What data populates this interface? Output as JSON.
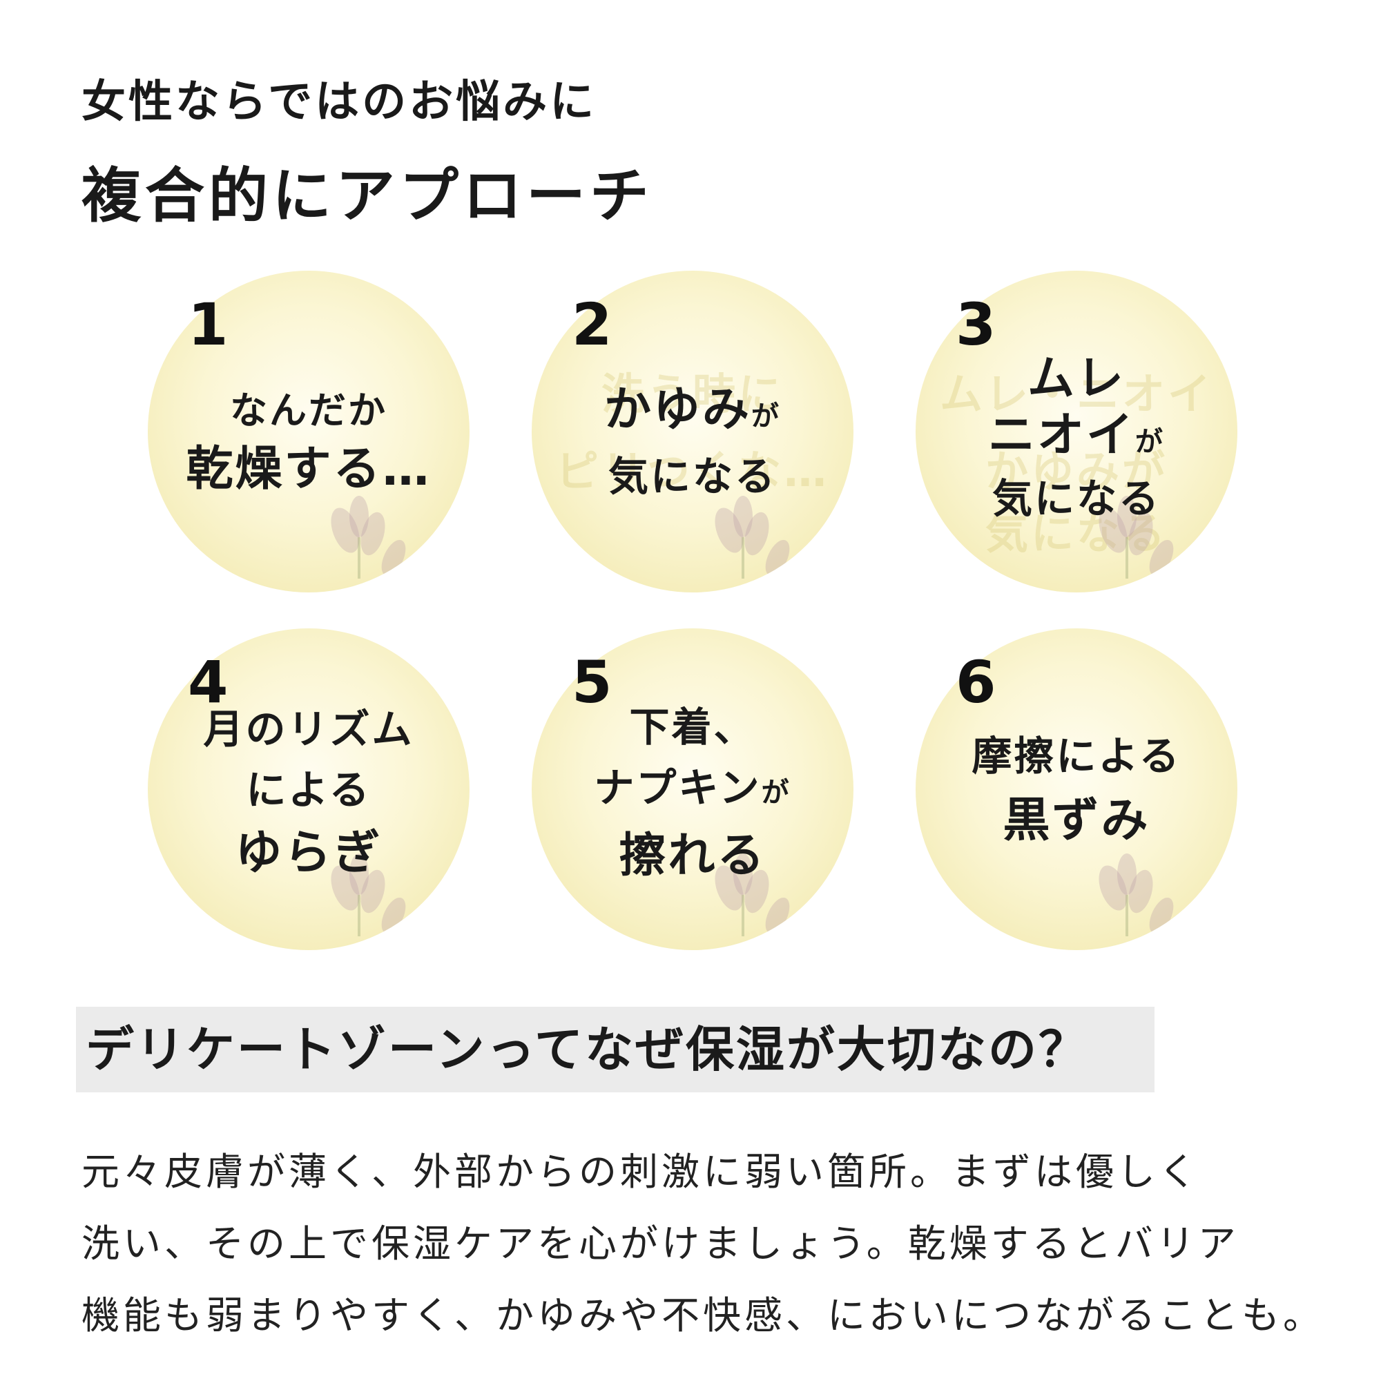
{
  "title": {
    "line1": "女性ならではのお悩みに",
    "line2": "複合的にアプローチ"
  },
  "items": [
    {
      "number": "1",
      "lines": [
        "なんだか",
        "乾燥する…"
      ],
      "ghost": [
        "",
        "",
        ""
      ]
    },
    {
      "number": "2",
      "lines": [
        "かゆみ",
        "が",
        "気になる"
      ],
      "ghost": [
        "洗う時に",
        "ピリつくな…",
        ""
      ]
    },
    {
      "number": "3",
      "lines": [
        "ムレ",
        "ニオイ",
        "が",
        "気になる"
      ],
      "ghost": [
        "ムレ・ニオイ",
        "かゆみが",
        "気になる"
      ]
    },
    {
      "number": "4",
      "lines": [
        "月のリズム",
        "による",
        "ゆらぎ"
      ],
      "ghost": [
        "",
        "",
        ""
      ]
    },
    {
      "number": "5",
      "lines": [
        "下着、",
        "ナプキン",
        "が",
        "擦れる"
      ],
      "ghost": [
        "",
        "",
        ""
      ]
    },
    {
      "number": "6",
      "lines": [
        "摩擦による",
        "黒ずみ"
      ],
      "ghost": [
        "",
        "",
        ""
      ]
    }
  ],
  "subheading": "デリケートゾーンってなぜ保湿が大切なの？",
  "body": [
    "元々皮膚が薄く、外部からの刺激に弱い箇所。まずは優しく",
    "洗い、その上で保湿ケアを心がけましょう。乾燥するとバリア",
    "機能も弱まりやすく、かゆみや不快感、においにつながることも。"
  ],
  "colors": {
    "circle": "#f6eec0",
    "subhead_bg": "#ebebeb",
    "text": "#1a1a1a"
  }
}
